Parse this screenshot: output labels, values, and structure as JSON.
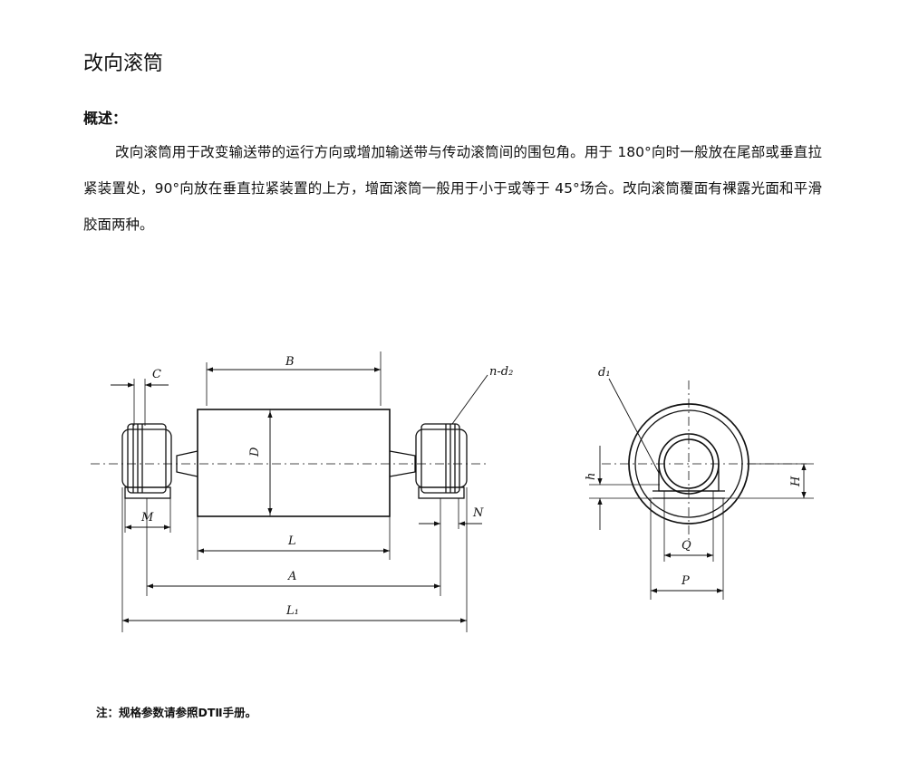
{
  "page": {
    "title": "改向滚筒",
    "overview_heading": "概述：",
    "paragraph": "改向滚筒用于改变输送带的运行方向或增加输送带与传动滚筒间的围包角。用于 180°向时一般放在尾部或垂直拉紧装置处，90°向放在垂直拉紧装置的上方，增面滚筒一般用于小于或等于 45°场合。改向滚筒覆面有裸露光面和平滑胶面两种。",
    "note": "注：规格参数请参照DTⅡ手册。"
  },
  "drawing": {
    "side_view_labels": {
      "B": "B",
      "C": "C",
      "D": "D",
      "M": "M",
      "L": "L",
      "A": "A",
      "L1": "L₁",
      "N": "N",
      "hole": "n-d₂"
    },
    "end_view_labels": {
      "d": "d₁",
      "h": "h",
      "H": "H",
      "Q": "Q",
      "P": "P"
    }
  }
}
